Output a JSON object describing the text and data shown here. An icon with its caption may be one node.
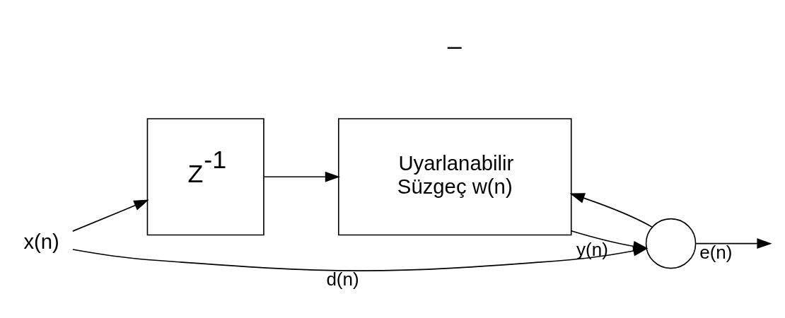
{
  "diagram": {
    "nodes": [
      {
        "text": [
          "x(n)"
        ]
      },
      {
        "text": [
          "Z$^{-1}$"
        ]
      },
      {
        "text": [
          "Uyarlanabilir Süzgeç w(n)"
        ]
      },
      {
        "text": [],
        "shape": "circle"
      }
    ],
    "edges": [
      {
        "from": 0,
        "to": 1,
        "arrow": "to"
      },
      {
        "from": 0,
        "to": 3,
        "arrow": "to",
        "label": "d(n)"
      },
      {
        "from": 1,
        "to": 2,
        "arrow": "to"
      },
      {
        "from": 2,
        "to": 3,
        "arrow": "to",
        "label": "y(n)"
      },
      {
        "from": 3,
        "to": null,
        "arrow": "to",
        "label": "e(n)"
      },
      {
        "from": 3,
        "to": 2,
        "arrow": "to"
      }
    ],
    "labels": [
      "–"
    ]
  }
}
